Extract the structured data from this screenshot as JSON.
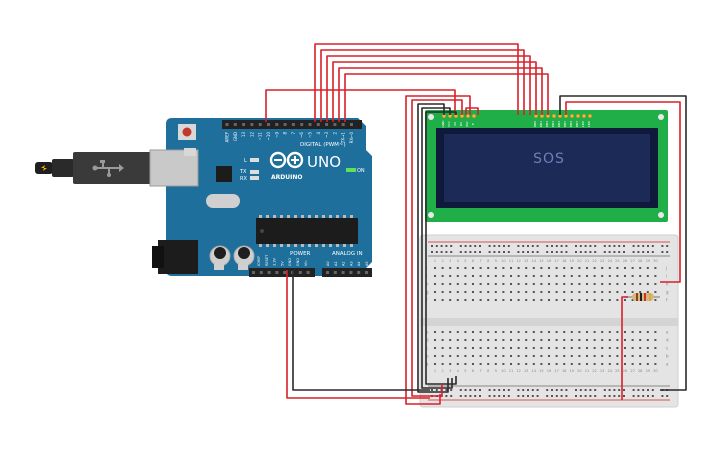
{
  "arduino": {
    "brand_text": "ARDUINO",
    "model_text": "UNO",
    "digital_label": "DIGITAL (PWM~)",
    "power_label": "POWER",
    "analog_label": "ANALOG IN",
    "on_label": "ON",
    "tx_label": "TX",
    "rx_label": "RX",
    "l_label": "L",
    "digital_pins": [
      "AREF",
      "GND",
      "13",
      "12",
      "~11",
      "~10",
      "~9",
      "8",
      "7",
      "~6",
      "~5",
      "4",
      "~3",
      "2",
      "TX→1",
      "RX←0"
    ],
    "power_pins": [
      "IOREF",
      "RESET",
      "3.3V",
      "5V",
      "GND",
      "GND",
      "Vin"
    ],
    "analog_pins": [
      "A0",
      "A1",
      "A2",
      "A3",
      "A4",
      "A5"
    ]
  },
  "lcd": {
    "display_text": "SOS",
    "pin_labels": [
      "GND",
      "VCC",
      "V0",
      "RS",
      "RW",
      "E",
      "DB0",
      "DB1",
      "DB2",
      "DB3",
      "DB4",
      "DB5",
      "DB6",
      "DB7",
      "LED",
      "LED"
    ],
    "screen_color": "#1b2a56",
    "text_color": "#6f7fb6",
    "board_color": "#1fae48"
  },
  "breadboard": {
    "row_letters_top": [
      "j",
      "i",
      "h",
      "g",
      "f"
    ],
    "row_letters_bottom": [
      "e",
      "d",
      "c",
      "b",
      "a"
    ],
    "column_numbers": [
      "1",
      "2",
      "3",
      "4",
      "5",
      "6",
      "7",
      "8",
      "9",
      "10",
      "11",
      "12",
      "13",
      "14",
      "15",
      "16",
      "17",
      "18",
      "19",
      "20",
      "21",
      "22",
      "23",
      "24",
      "25",
      "26",
      "27",
      "28",
      "29",
      "30"
    ]
  },
  "colors": {
    "wire_red": "#d9202a",
    "wire_black": "#2a2a2a",
    "arduino_blue": "#1e6f9c",
    "breadboard": "#e6e6e6"
  }
}
